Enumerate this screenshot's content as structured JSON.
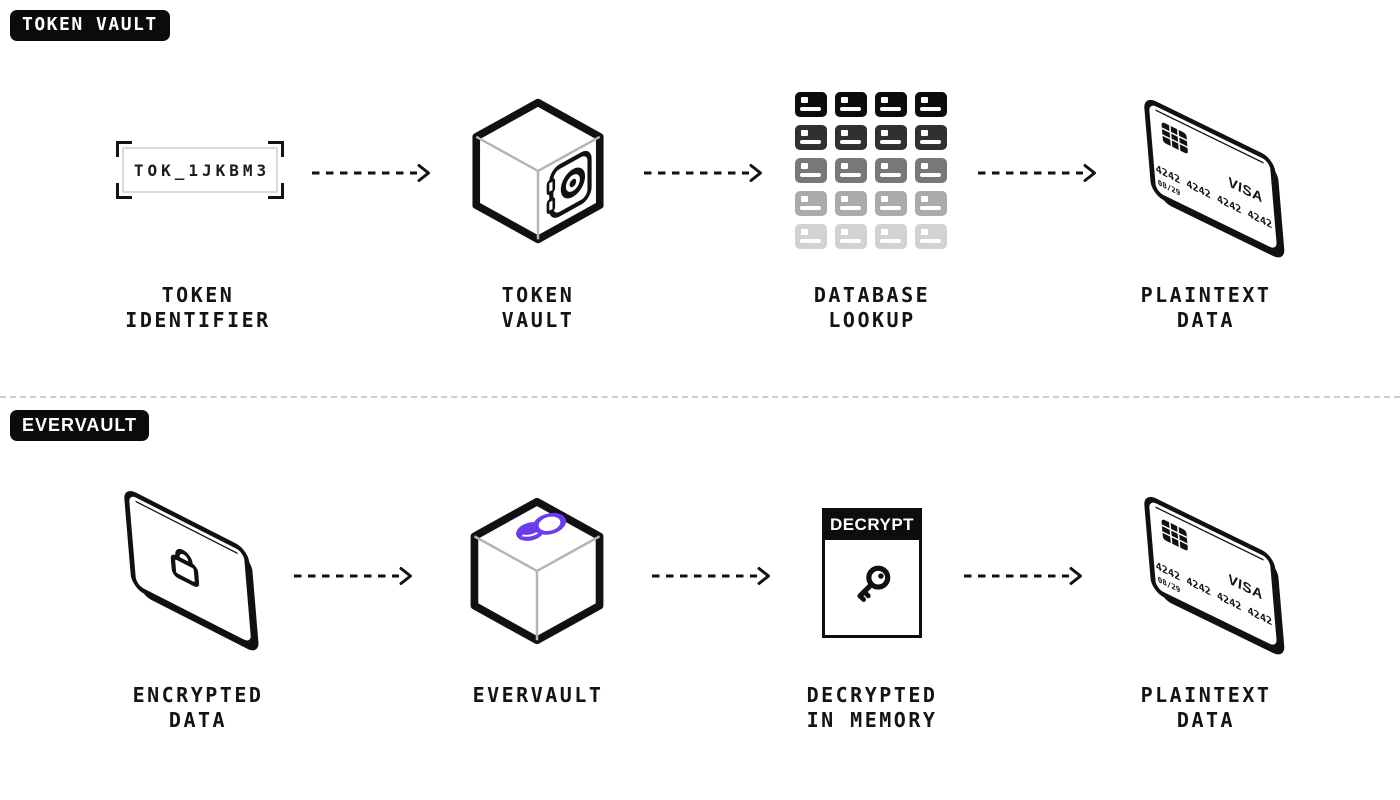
{
  "colors": {
    "ink": "#111111",
    "accent_purple": "#6b3bf2",
    "cube_inner_edge": "#b5b5b5",
    "divider": "#cdcdcd",
    "token_box_border": "#dadada"
  },
  "sections": [
    {
      "badge": "TOKEN VAULT",
      "steps": [
        {
          "name": "token-identifier",
          "label": "TOKEN\nIDENTIFIER",
          "token_value": "TOK_1JKBM3"
        },
        {
          "name": "token-vault",
          "label": "TOKEN\nVAULT"
        },
        {
          "name": "database-lookup",
          "label": "DATABASE\nLOOKUP"
        },
        {
          "name": "plaintext-data",
          "label": "PLAINTEXT\nDATA"
        }
      ]
    },
    {
      "badge": "EVERVAULT",
      "steps": [
        {
          "name": "encrypted-data",
          "label": "ENCRYPTED\nDATA"
        },
        {
          "name": "evervault",
          "label": "EVERVAULT"
        },
        {
          "name": "decrypted-in-memory",
          "label": "DECRYPTED\nIN MEMORY",
          "box_header": "DECRYPT"
        },
        {
          "name": "plaintext-data",
          "label": "PLAINTEXT\nDATA"
        }
      ]
    }
  ],
  "credit_card": {
    "brand": "VISA",
    "number": "4242 4242 4242 4242",
    "expiry": "08/29"
  },
  "database_grid": {
    "rows": 5,
    "cols": 4,
    "row_colors": [
      "#0c0c0c",
      "#303030",
      "#787878",
      "#ababab",
      "#d2d2d2"
    ]
  }
}
